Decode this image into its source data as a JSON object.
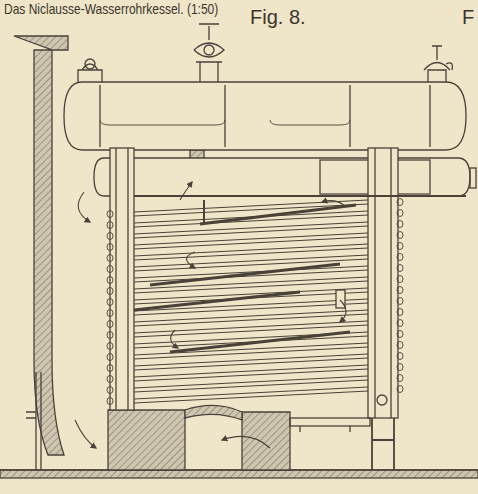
{
  "diagram": {
    "title": "Das Niclausse-Wasserrohrkessel. (1:50)",
    "labels": [
      "Fig. 8.",
      "F"
    ]
  }
}
